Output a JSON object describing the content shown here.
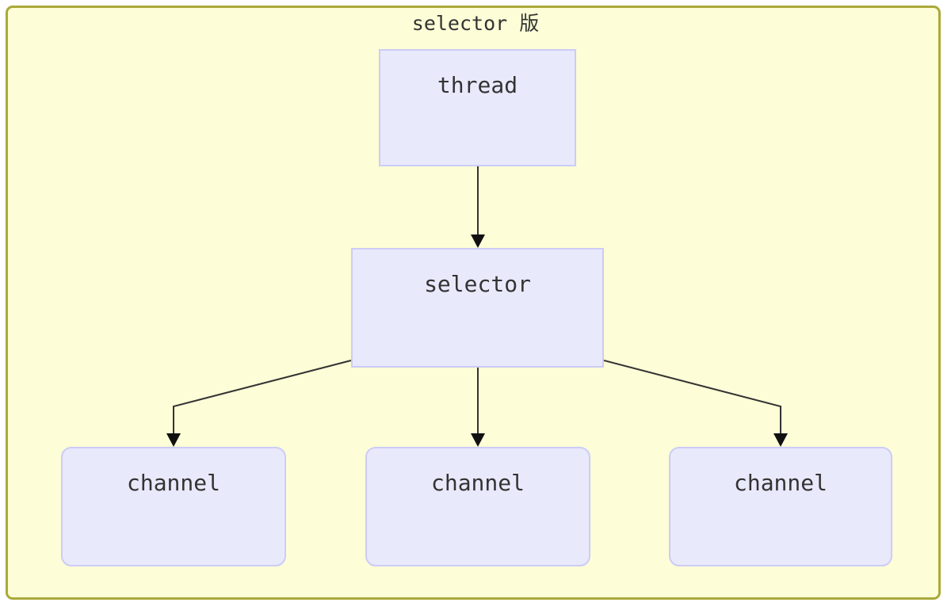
{
  "diagram": {
    "title": "selector 版",
    "type": "flowchart",
    "colors": {
      "frame_fill": "#fdfdd7",
      "frame_border": "#a9a93a",
      "node_fill": "#e9e9fc",
      "node_border": "#ccccf7",
      "edge_stroke": "#333333",
      "text": "#333333"
    },
    "nodes": [
      {
        "id": "thread",
        "label": "thread",
        "shape": "rect"
      },
      {
        "id": "selector",
        "label": "selector",
        "shape": "rect"
      },
      {
        "id": "channel_1",
        "label": "channel",
        "shape": "rounded"
      },
      {
        "id": "channel_2",
        "label": "channel",
        "shape": "rounded"
      },
      {
        "id": "channel_3",
        "label": "channel",
        "shape": "rounded"
      }
    ],
    "edges": [
      {
        "from": "thread",
        "to": "selector",
        "arrow": "end"
      },
      {
        "from": "selector",
        "to": "channel_1",
        "arrow": "end"
      },
      {
        "from": "selector",
        "to": "channel_2",
        "arrow": "end"
      },
      {
        "from": "selector",
        "to": "channel_3",
        "arrow": "end"
      }
    ]
  }
}
